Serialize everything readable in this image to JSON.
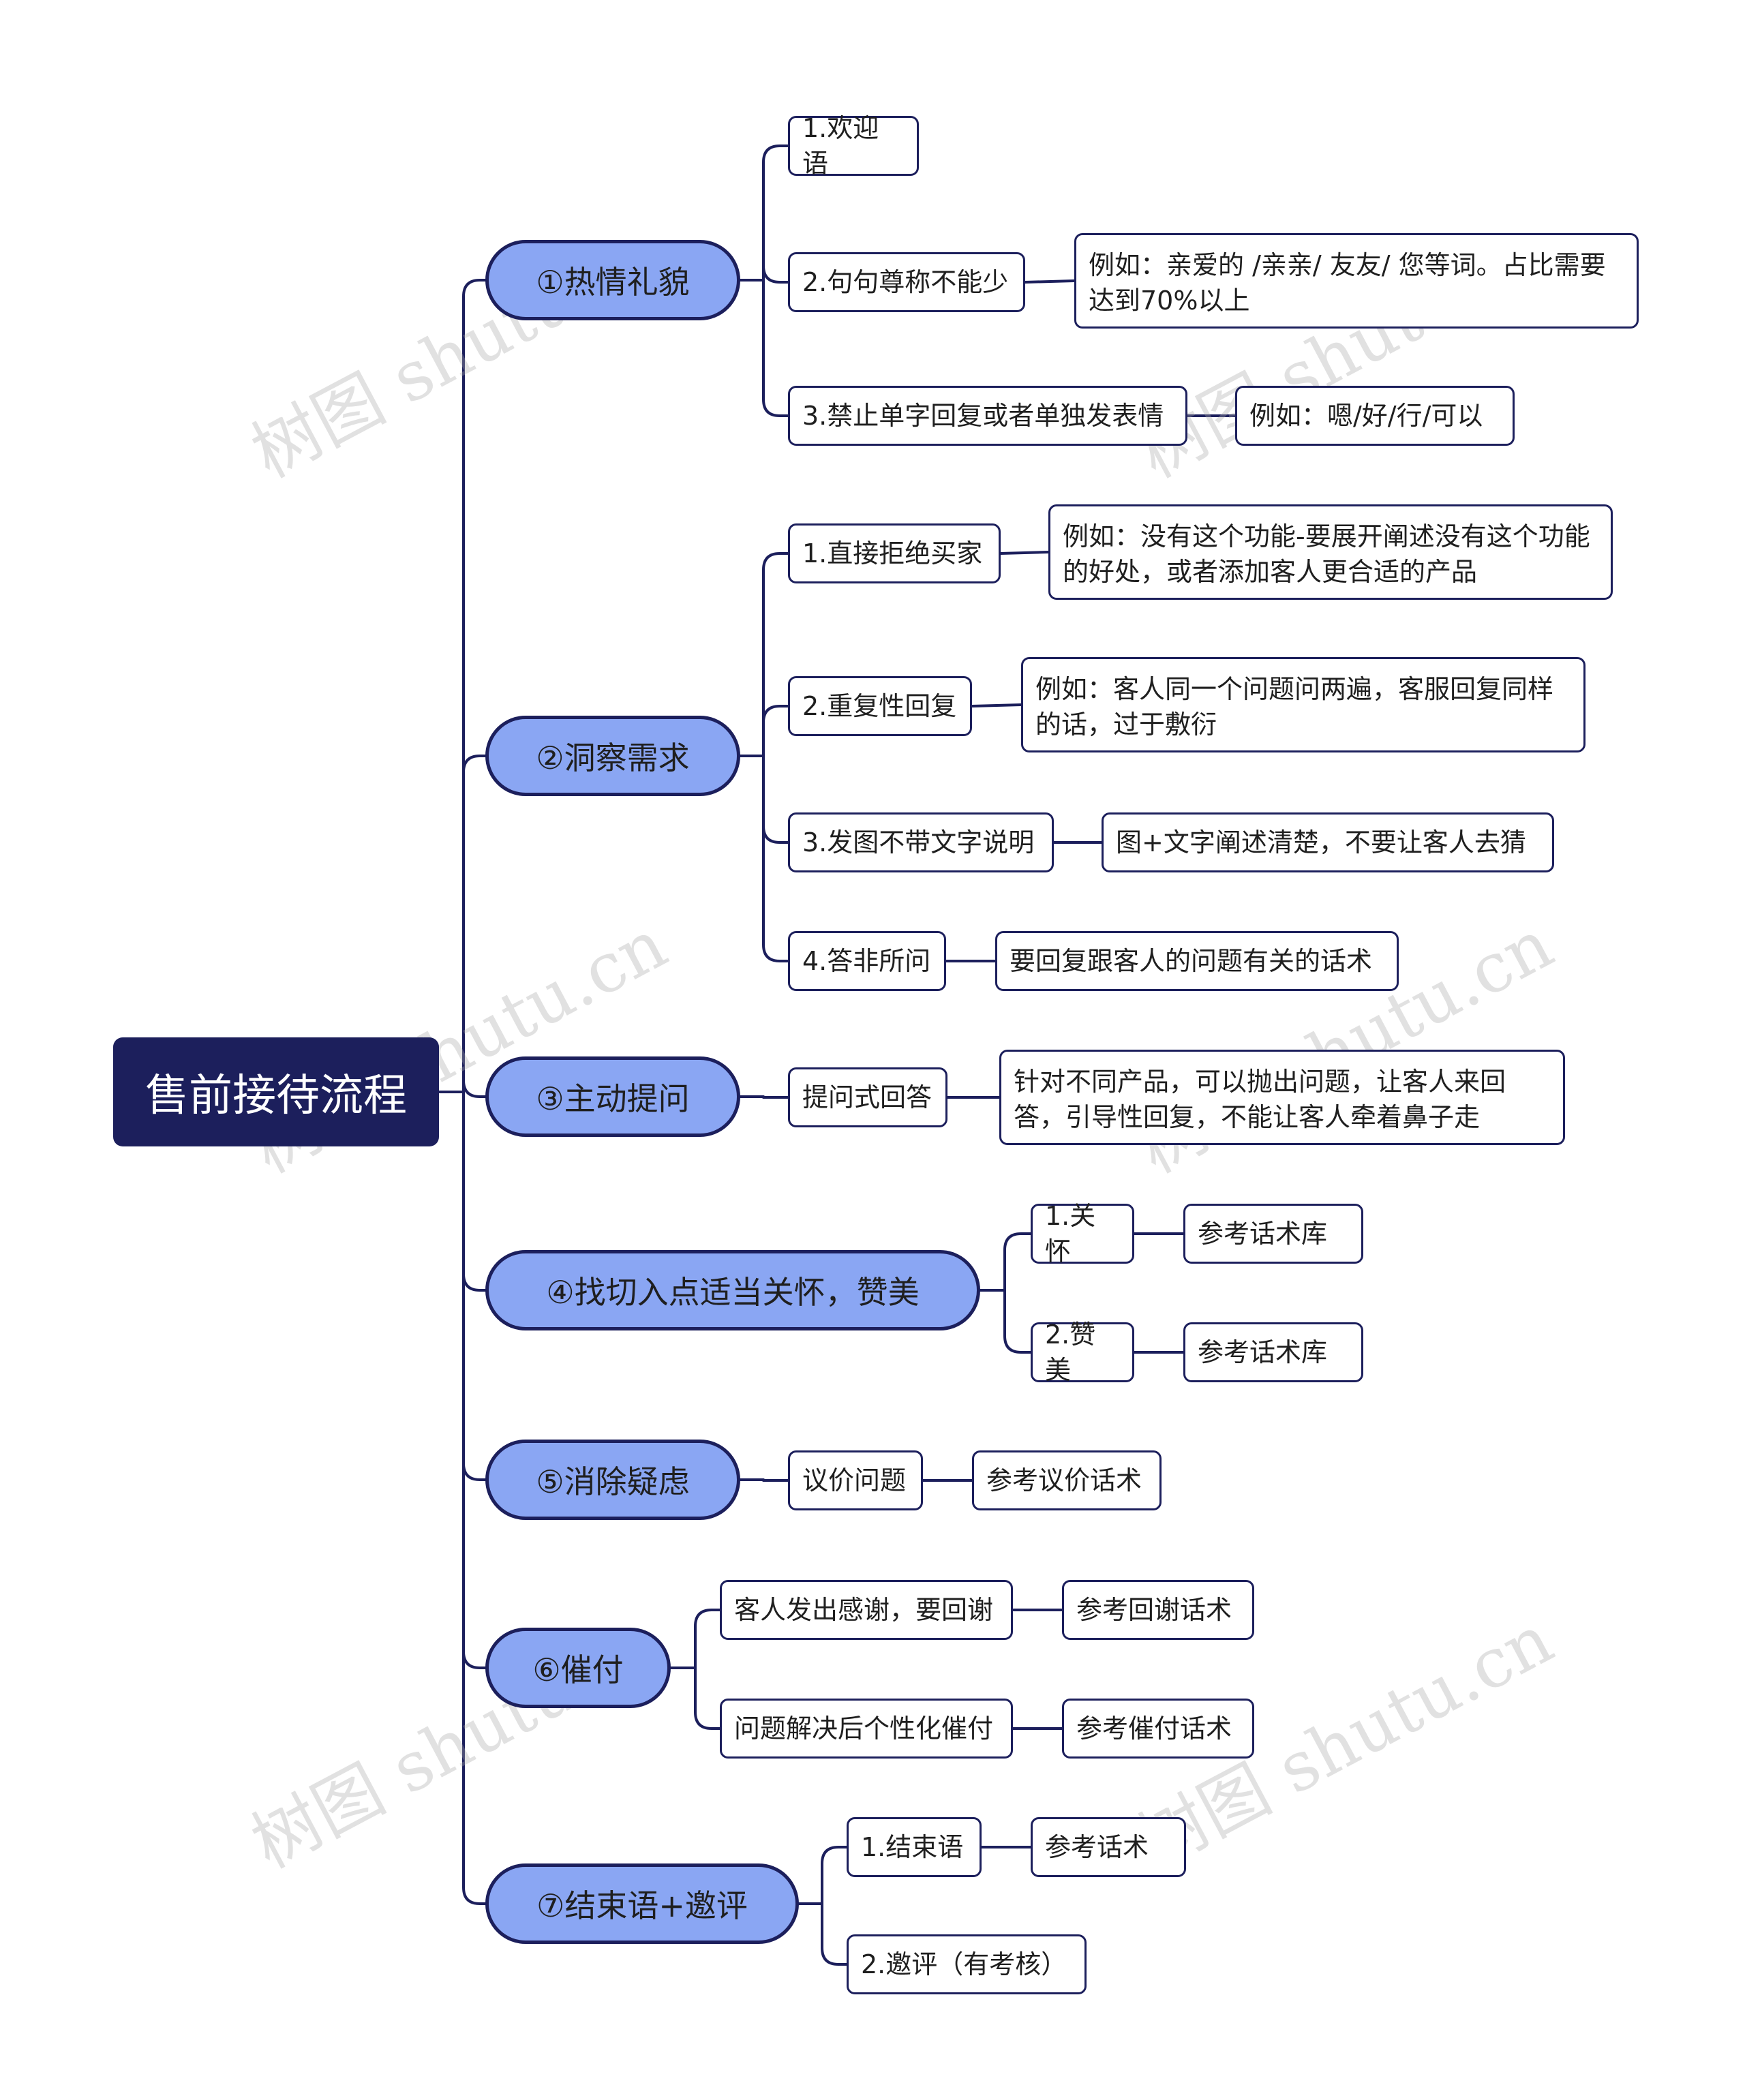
{
  "root": "售前接待流程",
  "branches": [
    {
      "label": "①热情礼貌",
      "items": [
        {
          "label": "1.欢迎语"
        },
        {
          "label": "2.句句尊称不能少",
          "detail": "例如：亲爱的  /亲亲/  友友/ 您等词。占比需要达到70%以上"
        },
        {
          "label": "3.禁止单字回复或者单独发表情",
          "detail": "例如：嗯/好/行/可以"
        }
      ]
    },
    {
      "label": "②洞察需求",
      "items": [
        {
          "label": "1.直接拒绝买家",
          "detail": "例如：没有这个功能-要展开阐述没有这个功能的好处，或者添加客人更合适的产品"
        },
        {
          "label": "2.重复性回复",
          "detail": "例如：客人同一个问题问两遍，客服回复同样的话，过于敷衍"
        },
        {
          "label": "3.发图不带文字说明",
          "detail": "图+文字阐述清楚，不要让客人去猜"
        },
        {
          "label": "4.答非所问",
          "detail": "要回复跟客人的问题有关的话术"
        }
      ]
    },
    {
      "label": "③主动提问",
      "items": [
        {
          "label": "提问式回答",
          "detail": "针对不同产品，可以抛出问题，让客人来回答，引导性回复，不能让客人牵着鼻子走"
        }
      ]
    },
    {
      "label": "④找切入点适当关怀，赞美",
      "items": [
        {
          "label": "1.关怀",
          "detail": "参考话术库"
        },
        {
          "label": "2.赞美",
          "detail": "参考话术库"
        }
      ]
    },
    {
      "label": "⑤消除疑虑",
      "items": [
        {
          "label": "议价问题",
          "detail": "参考议价话术"
        }
      ]
    },
    {
      "label": "⑥催付",
      "items": [
        {
          "label": "客人发出感谢，要回谢",
          "detail": "参考回谢话术"
        },
        {
          "label": "问题解决后个性化催付",
          "detail": "参考催付话术"
        }
      ]
    },
    {
      "label": "⑦结束语+邀评",
      "items": [
        {
          "label": "1.结束语",
          "detail": "参考话术"
        },
        {
          "label": "2.邀评（有考核）"
        }
      ]
    }
  ],
  "watermark": "树图 shutu.cn",
  "colors": {
    "dark": "#1c1f5c",
    "accent": "#8aa6f3",
    "line": "#1c1f5c"
  }
}
